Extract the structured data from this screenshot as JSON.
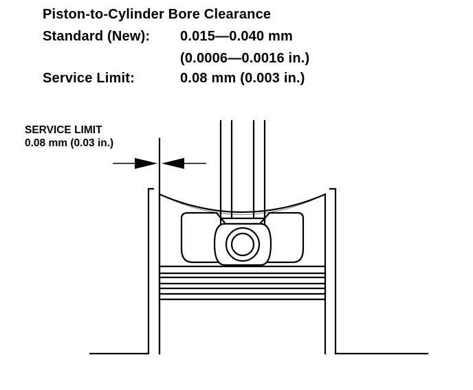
{
  "spec": {
    "title": "Piston-to-Cylinder Bore Clearance",
    "standard_label": "Standard (New):",
    "standard_mm": "0.015—0.040 mm",
    "standard_in": "(0.0006—0.0016 in.)",
    "limit_label": "Service Limit:",
    "limit_value": "0.08 mm (0.003 in.)"
  },
  "callout": {
    "title": "SERVICE LIMIT",
    "value": "0.08 mm (0.03 in.)"
  }
}
